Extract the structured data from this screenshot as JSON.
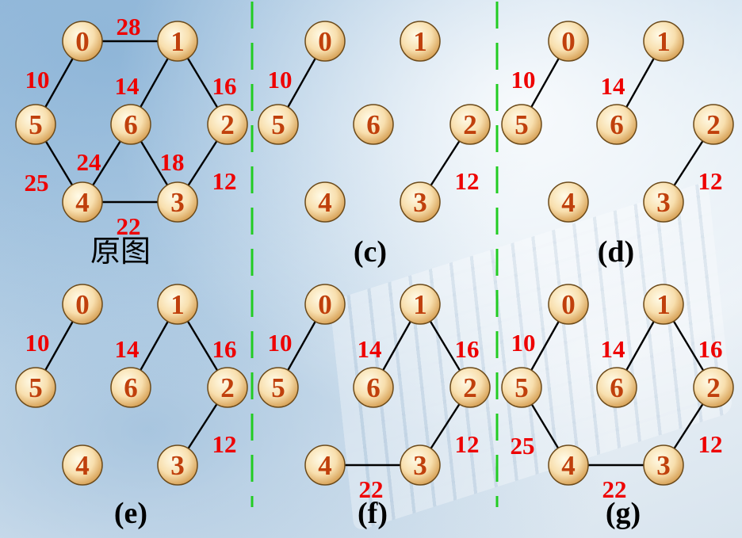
{
  "panels": [
    {
      "id": "original",
      "caption": "原图",
      "edges": [
        [
          "0",
          "1",
          "28"
        ],
        [
          "0",
          "5",
          "10"
        ],
        [
          "1",
          "2",
          "16"
        ],
        [
          "1",
          "6",
          "14"
        ],
        [
          "2",
          "3",
          "12"
        ],
        [
          "6",
          "3",
          "18"
        ],
        [
          "6",
          "4",
          "24"
        ],
        [
          "5",
          "4",
          "25"
        ],
        [
          "4",
          "3",
          "22"
        ]
      ]
    },
    {
      "id": "c",
      "caption": "(c)",
      "edges": [
        [
          "0",
          "5",
          "10"
        ],
        [
          "2",
          "3",
          "12"
        ]
      ]
    },
    {
      "id": "d",
      "caption": "(d)",
      "edges": [
        [
          "0",
          "5",
          "10"
        ],
        [
          "1",
          "6",
          "14"
        ],
        [
          "2",
          "3",
          "12"
        ]
      ]
    },
    {
      "id": "e",
      "caption": "(e)",
      "edges": [
        [
          "0",
          "5",
          "10"
        ],
        [
          "1",
          "6",
          "14"
        ],
        [
          "1",
          "2",
          "16"
        ],
        [
          "2",
          "3",
          "12"
        ]
      ]
    },
    {
      "id": "f",
      "caption": "(f)",
      "edges": [
        [
          "0",
          "5",
          "10"
        ],
        [
          "1",
          "6",
          "14"
        ],
        [
          "1",
          "2",
          "16"
        ],
        [
          "2",
          "3",
          "12"
        ],
        [
          "4",
          "3",
          "22"
        ]
      ]
    },
    {
      "id": "g",
      "caption": "(g)",
      "edges": [
        [
          "0",
          "5",
          "10"
        ],
        [
          "1",
          "6",
          "14"
        ],
        [
          "1",
          "2",
          "16"
        ],
        [
          "2",
          "3",
          "12"
        ],
        [
          "4",
          "3",
          "22"
        ],
        [
          "5",
          "4",
          "25"
        ]
      ]
    }
  ],
  "node_labels": [
    "0",
    "1",
    "2",
    "3",
    "4",
    "5",
    "6"
  ],
  "colors": {
    "node_label": "#c0400c",
    "weight": "#ee0000",
    "divider": "#22cc22",
    "edge": "#000000"
  }
}
